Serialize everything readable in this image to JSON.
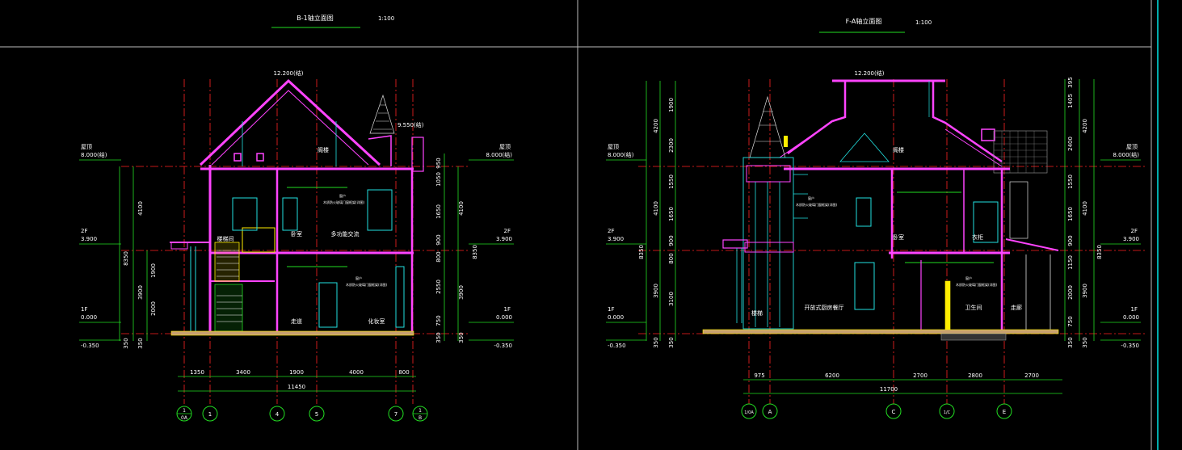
{
  "colors": {
    "background": "#000000",
    "wall": "#ff44ff",
    "dim": "#22dd22",
    "axis": "#ff2222",
    "detail": "#22e0e0",
    "text": "#ffffff",
    "border": "#c8c8c8",
    "frame_cyan": "#00e5e5",
    "yellow": "#ffee00",
    "ground": "#c8a070"
  },
  "left_section": {
    "title": "B-1轴立面图",
    "scale": "1:100",
    "ridge_elev": "12.200(结)",
    "tower_elev": "9.550(结)",
    "roof_label": "阁楼",
    "level_left": [
      {
        "name": "屋顶",
        "elev": "8.000(结)"
      },
      {
        "name": "2F",
        "elev": "3.900"
      },
      {
        "name": "1F",
        "elev": "0.000"
      },
      {
        "name": "",
        "elev": "-0.350"
      }
    ],
    "level_right": [
      {
        "name": "屋顶",
        "elev": "8.000(结)"
      },
      {
        "name": "2F",
        "elev": "3.900"
      },
      {
        "name": "1F",
        "elev": "0.000"
      },
      {
        "name": "",
        "elev": "-0.350"
      }
    ],
    "rooms": [
      "楼梯间",
      "卧室",
      "多功能交流",
      "走道",
      "化妆室"
    ],
    "notes": [
      "窗户",
      "木质防火玻璃门窗框架(详图)",
      "窗户",
      "木质防火玻璃门窗框架(详图)"
    ],
    "dims_left_outer": [
      "8350",
      "4100",
      "3900",
      "350"
    ],
    "dims_left_inner": [
      "1900",
      "2000",
      "350"
    ],
    "dims_right_inner": [
      "950",
      "1050",
      "1650",
      "900",
      "800",
      "2550",
      "750",
      "350"
    ],
    "dims_right_outer": [
      "4100",
      "8350",
      "3900",
      "350"
    ],
    "bottom_dims": [
      "1350",
      "3400",
      "1900",
      "4000",
      "800"
    ],
    "total": "11450",
    "axes": [
      {
        "top": "1",
        "bottom": "0A"
      },
      {
        "top": "1",
        "bottom": ""
      },
      {
        "top": "4",
        "bottom": ""
      },
      {
        "top": "5",
        "bottom": ""
      },
      {
        "top": "7",
        "bottom": ""
      },
      {
        "top": "1",
        "bottom": "B"
      }
    ]
  },
  "right_section": {
    "title": "F-A轴立面图",
    "scale": "1:100",
    "ridge_elev": "12.200(结)",
    "roof_label": "阁楼",
    "level_left": [
      {
        "name": "屋顶",
        "elev": "8.000(结)"
      },
      {
        "name": "2F",
        "elev": "3.900"
      },
      {
        "name": "1F",
        "elev": "0.000"
      },
      {
        "name": "",
        "elev": "-0.350"
      }
    ],
    "level_right": [
      {
        "name": "屋顶",
        "elev": "8.000(结)"
      },
      {
        "name": "2F",
        "elev": "3.900"
      },
      {
        "name": "1F",
        "elev": "0.000"
      },
      {
        "name": "",
        "elev": "-0.350"
      }
    ],
    "rooms": [
      "卧室",
      "衣柜",
      "开放式厨房餐厅",
      "卫生间",
      "走廊",
      "楼梯"
    ],
    "notes": [
      "窗户",
      "木质防火玻璃门窗框架(详图)",
      "窗户",
      "木质防火玻璃门窗框架(详图)"
    ],
    "dims_left_outer": [
      "4200",
      "4100",
      "8350",
      "3900",
      "350"
    ],
    "dims_left_inner": [
      "1900",
      "2300",
      "1550",
      "1650",
      "900",
      "800",
      "3100",
      "350"
    ],
    "dims_right_inner": [
      "395",
      "1405",
      "2400",
      "1550",
      "1650",
      "900",
      "1150",
      "2000",
      "750",
      "350"
    ],
    "dims_right_outer": [
      "4200",
      "4100",
      "8350",
      "3900",
      "350"
    ],
    "bottom_dims": [
      "975",
      "6200",
      "2700",
      "2800",
      "2700"
    ],
    "total": "11700",
    "axes": [
      "1/0A",
      "A",
      "C",
      "1/C",
      "E"
    ]
  }
}
